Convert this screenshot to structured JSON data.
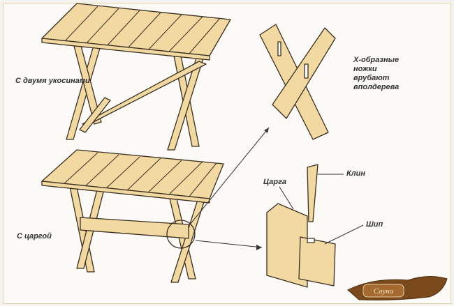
{
  "labels": {
    "two_braces": "С двумя укосинами",
    "apron": "С царгой",
    "x_legs_line1": "Х-образные",
    "x_legs_line2": "ножки",
    "x_legs_line3": "врубают",
    "x_legs_line4": "вполдерева",
    "wedge": "Клин",
    "apron_part": "Царга",
    "tenon": "Шип"
  },
  "logo": {
    "text": "Сауна"
  },
  "colors": {
    "wood": "#f2d9a2",
    "outline": "#3a2e20",
    "logo": "#7a4a1c"
  }
}
